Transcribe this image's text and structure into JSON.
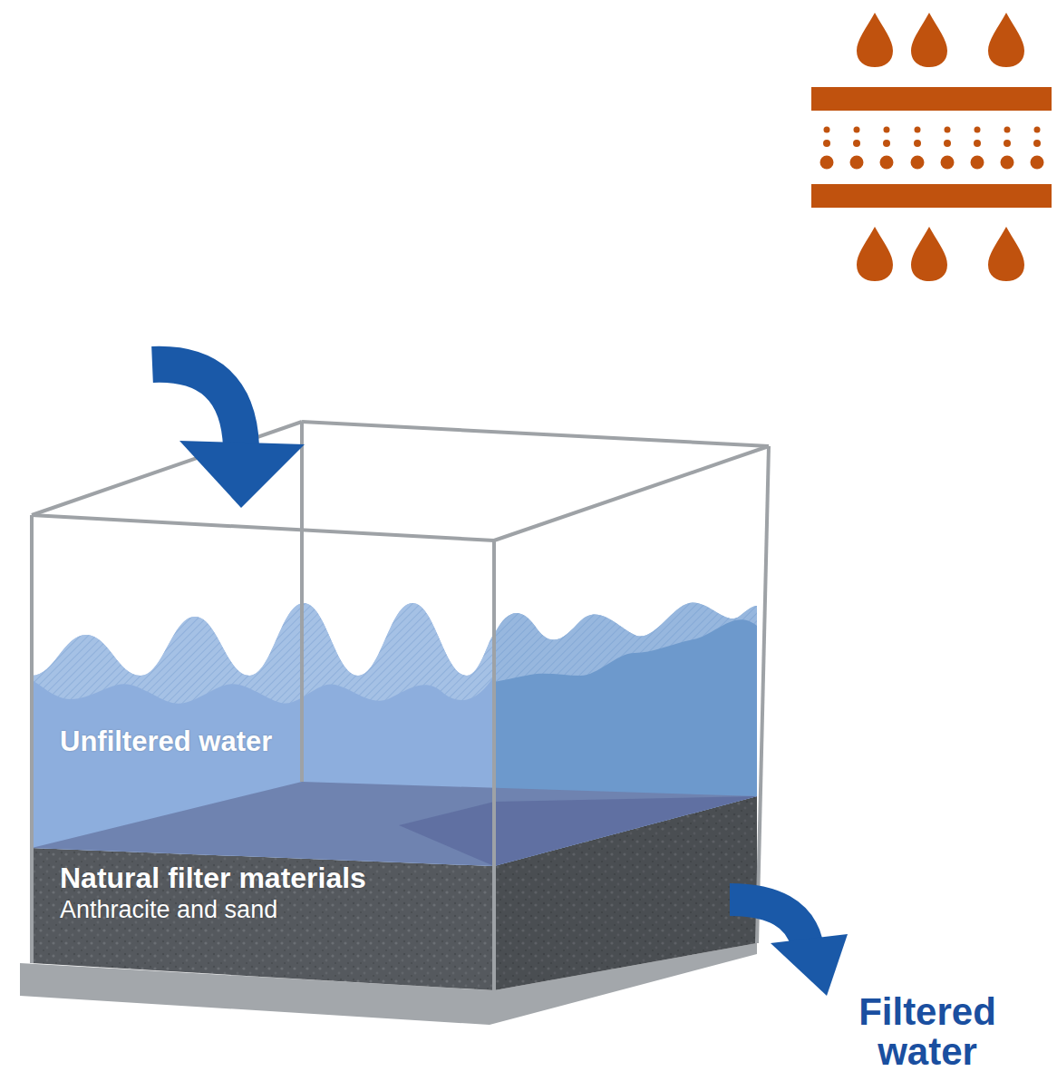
{
  "diagram": {
    "nodes": [
      {
        "text": [
          "Unfiltered water"
        ]
      },
      {
        "text": [
          "Natural filter materials",
          "Anthracite and sand"
        ]
      }
    ],
    "labels": [
      "Filtered water"
    ]
  }
}
